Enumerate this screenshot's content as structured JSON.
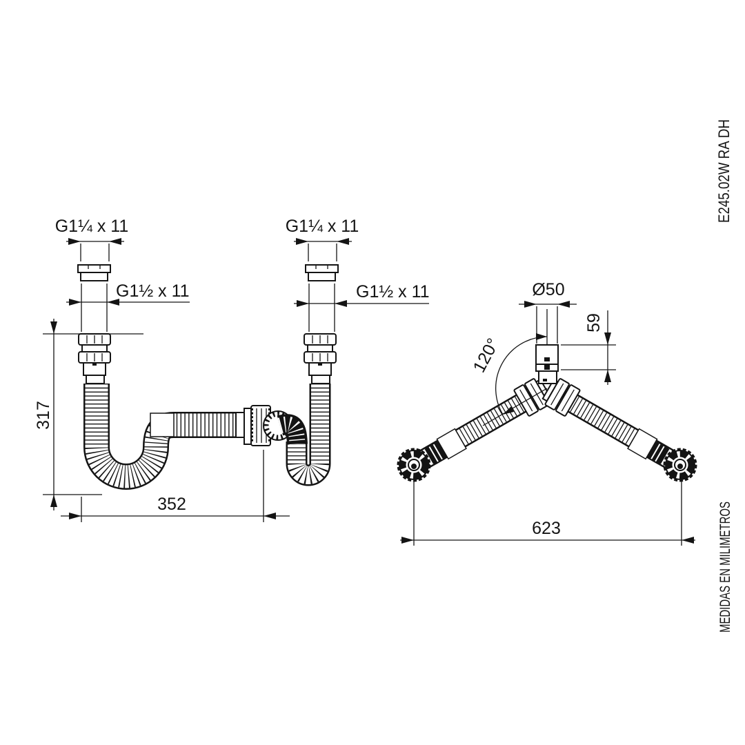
{
  "drawing": {
    "background": "#ffffff",
    "line_color": "#141414",
    "side_labels": {
      "product_code": "E245.02W RA DH",
      "units_note": "MEDIDAS EN MILIMETROS"
    },
    "fitting_sets": [
      {
        "top_thread": "G1¼ x 11",
        "bottom_thread": "G1½ x 11"
      },
      {
        "top_thread": "G1¼ x 11",
        "bottom_thread": "G1½ x 11"
      }
    ],
    "trap_figure": {
      "height": "317",
      "length": "352"
    },
    "wye_figure": {
      "outlet_diameter": "Ø50",
      "stub_height": "59",
      "branch_angle": "120°",
      "span": "623"
    }
  }
}
